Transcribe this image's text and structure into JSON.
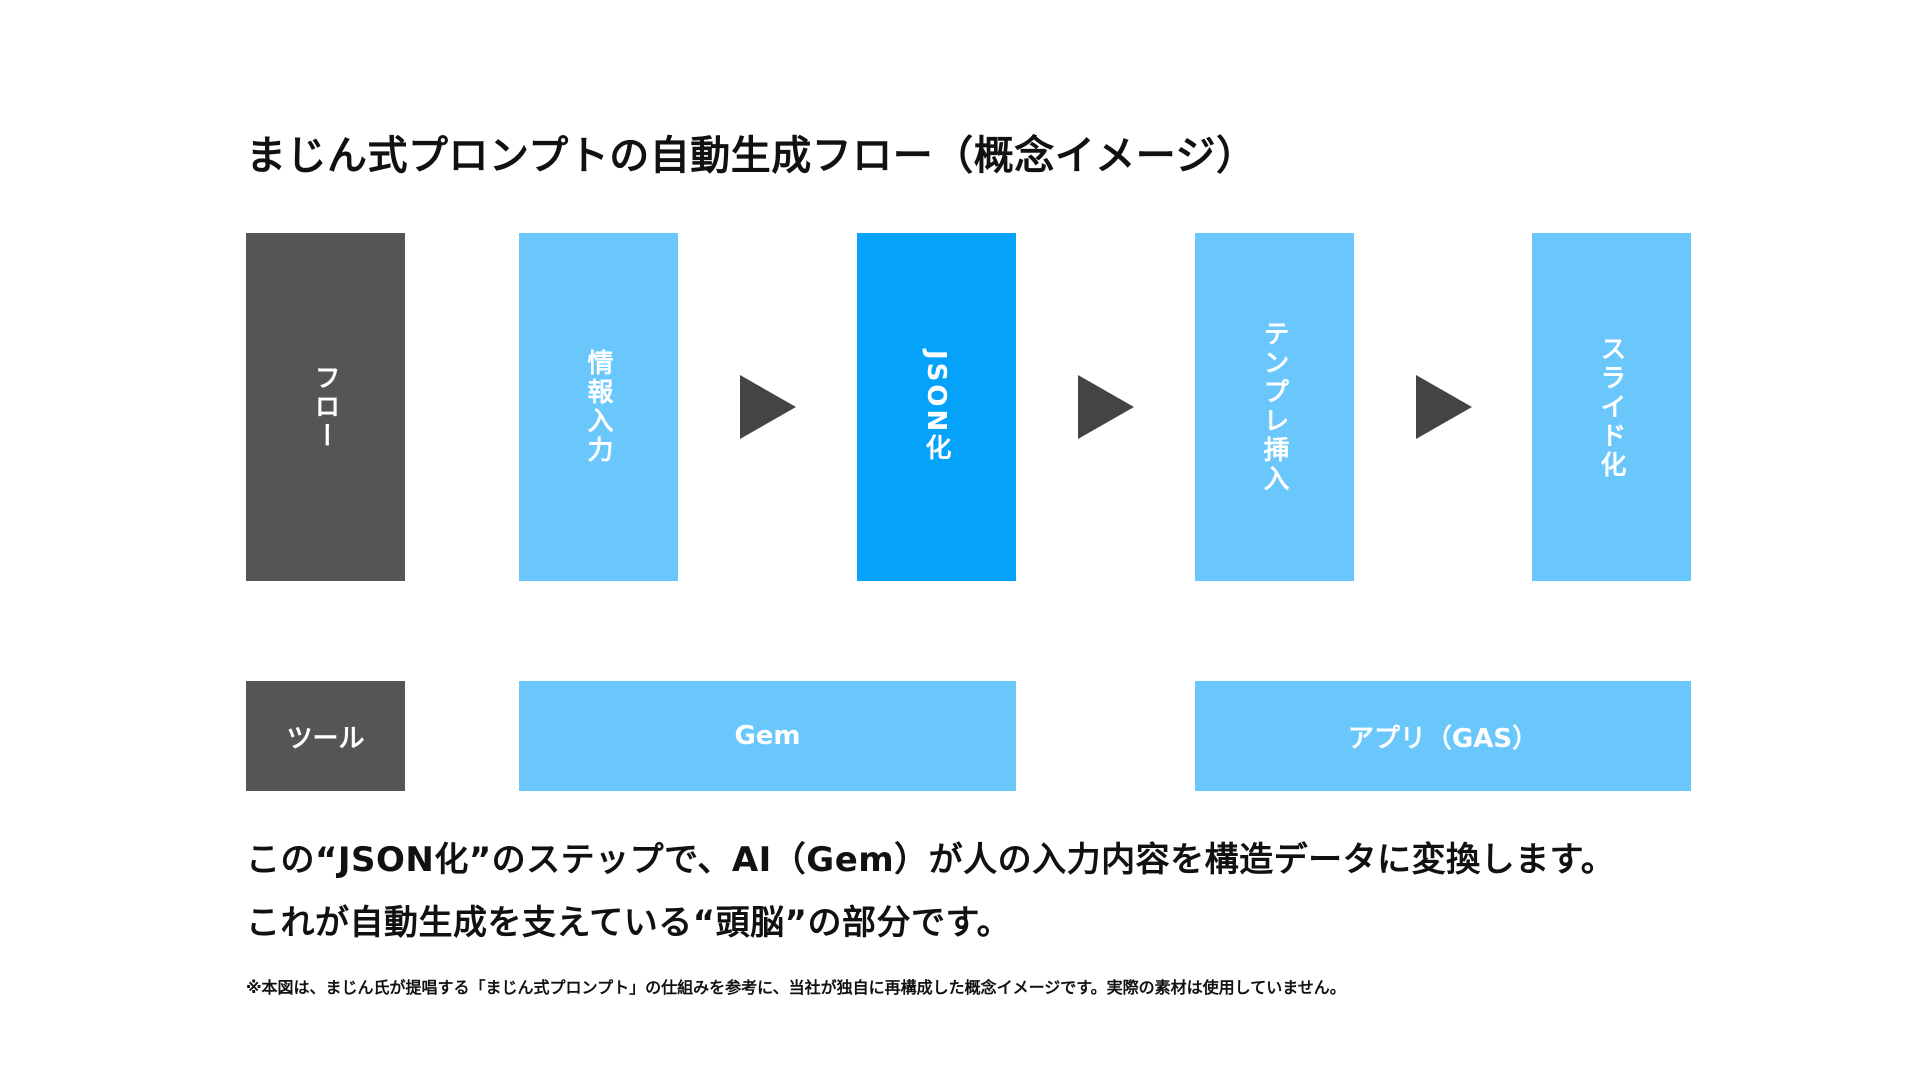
{
  "title": "まじん式プロンプトの自動生成フロー（概念イメージ）",
  "colors": {
    "dark": "#555555",
    "light": "#69C7FC",
    "accent": "#05A2F9",
    "arrow": "#444444"
  },
  "flow": {
    "row_label": "フロー",
    "steps": [
      "情報入力",
      "JSON化",
      "テンプレ挿入",
      "スライド化"
    ],
    "arrow_icon": "triangle-right-icon"
  },
  "tools": {
    "row_label": "ツール",
    "items": [
      "Gem",
      "アプリ（GAS）"
    ]
  },
  "description": {
    "line1": "この“JSON化”のステップで、AI（Gem）が人の入力内容を構造データに変換します。",
    "line2": "これが自動生成を支えている“頭脳”の部分です。"
  },
  "footnote": "※本図は、まじん氏が提唱する「まじん式プロンプト」の仕組みを参考に、当社が独自に再構成した概念イメージです。実際の素材は使用していません。"
}
